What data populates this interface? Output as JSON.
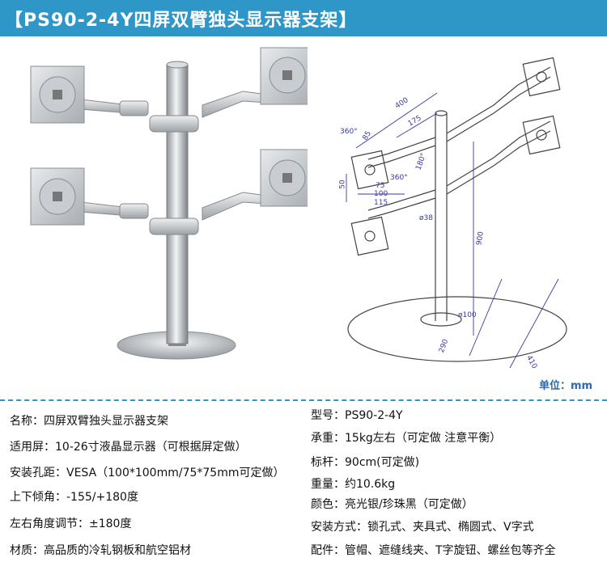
{
  "title": "【PS90-2-4Y四屏双臂独头显示器支架】",
  "drawing_labels": {
    "d400": "400",
    "d175": "175",
    "d360a": "360°",
    "d360b": "360°",
    "d180": "180°",
    "d85": "85",
    "d50": "50",
    "d75": "75",
    "d100": "100",
    "d115": "115",
    "d900": "900",
    "d38": "ø38",
    "d100b": "ø100",
    "d290": "290",
    "d410": "410"
  },
  "unit_label": "单位：mm",
  "specs_left": [
    {
      "label": "名称：",
      "value": "四屏双臂独头显示器支架"
    },
    {
      "label": "适用屏：",
      "value": "10-26寸液晶显示器（可根据屏定做）"
    },
    {
      "label": "安装孔距：",
      "value": "VESA（100*100mm/75*75mm可定做）"
    },
    {
      "label": "上下倾角：",
      "value": "-155/+180度"
    },
    {
      "label": "左右角度调节：",
      "value": "±180度"
    },
    {
      "label": "材质：",
      "value": "高品质的冷轧钢板和航空铝材"
    }
  ],
  "specs_right": [
    {
      "label": "型号：",
      "value": "PS90-2-4Y"
    },
    {
      "label": "承重：",
      "value": "15kg左右（可定做 注意平衡）"
    },
    {
      "label": "标杆：",
      "value": "90cm(可定做)"
    },
    {
      "label": "重量：",
      "value": "约10.6kg"
    },
    {
      "label": "颜色：",
      "value": "亮光银/珍珠黑（可定做）"
    },
    {
      "label": "安装方式：",
      "value": "锁孔式、夹具式、椭圆式、V字式"
    },
    {
      "label": "配件：",
      "value": "管帽、遮缝线夹、T字旋钮、螺丝包等齐全"
    }
  ],
  "colors": {
    "banner": "#2f96c8",
    "unit": "#2f6aa6",
    "dimension": "#3a3aa0"
  }
}
